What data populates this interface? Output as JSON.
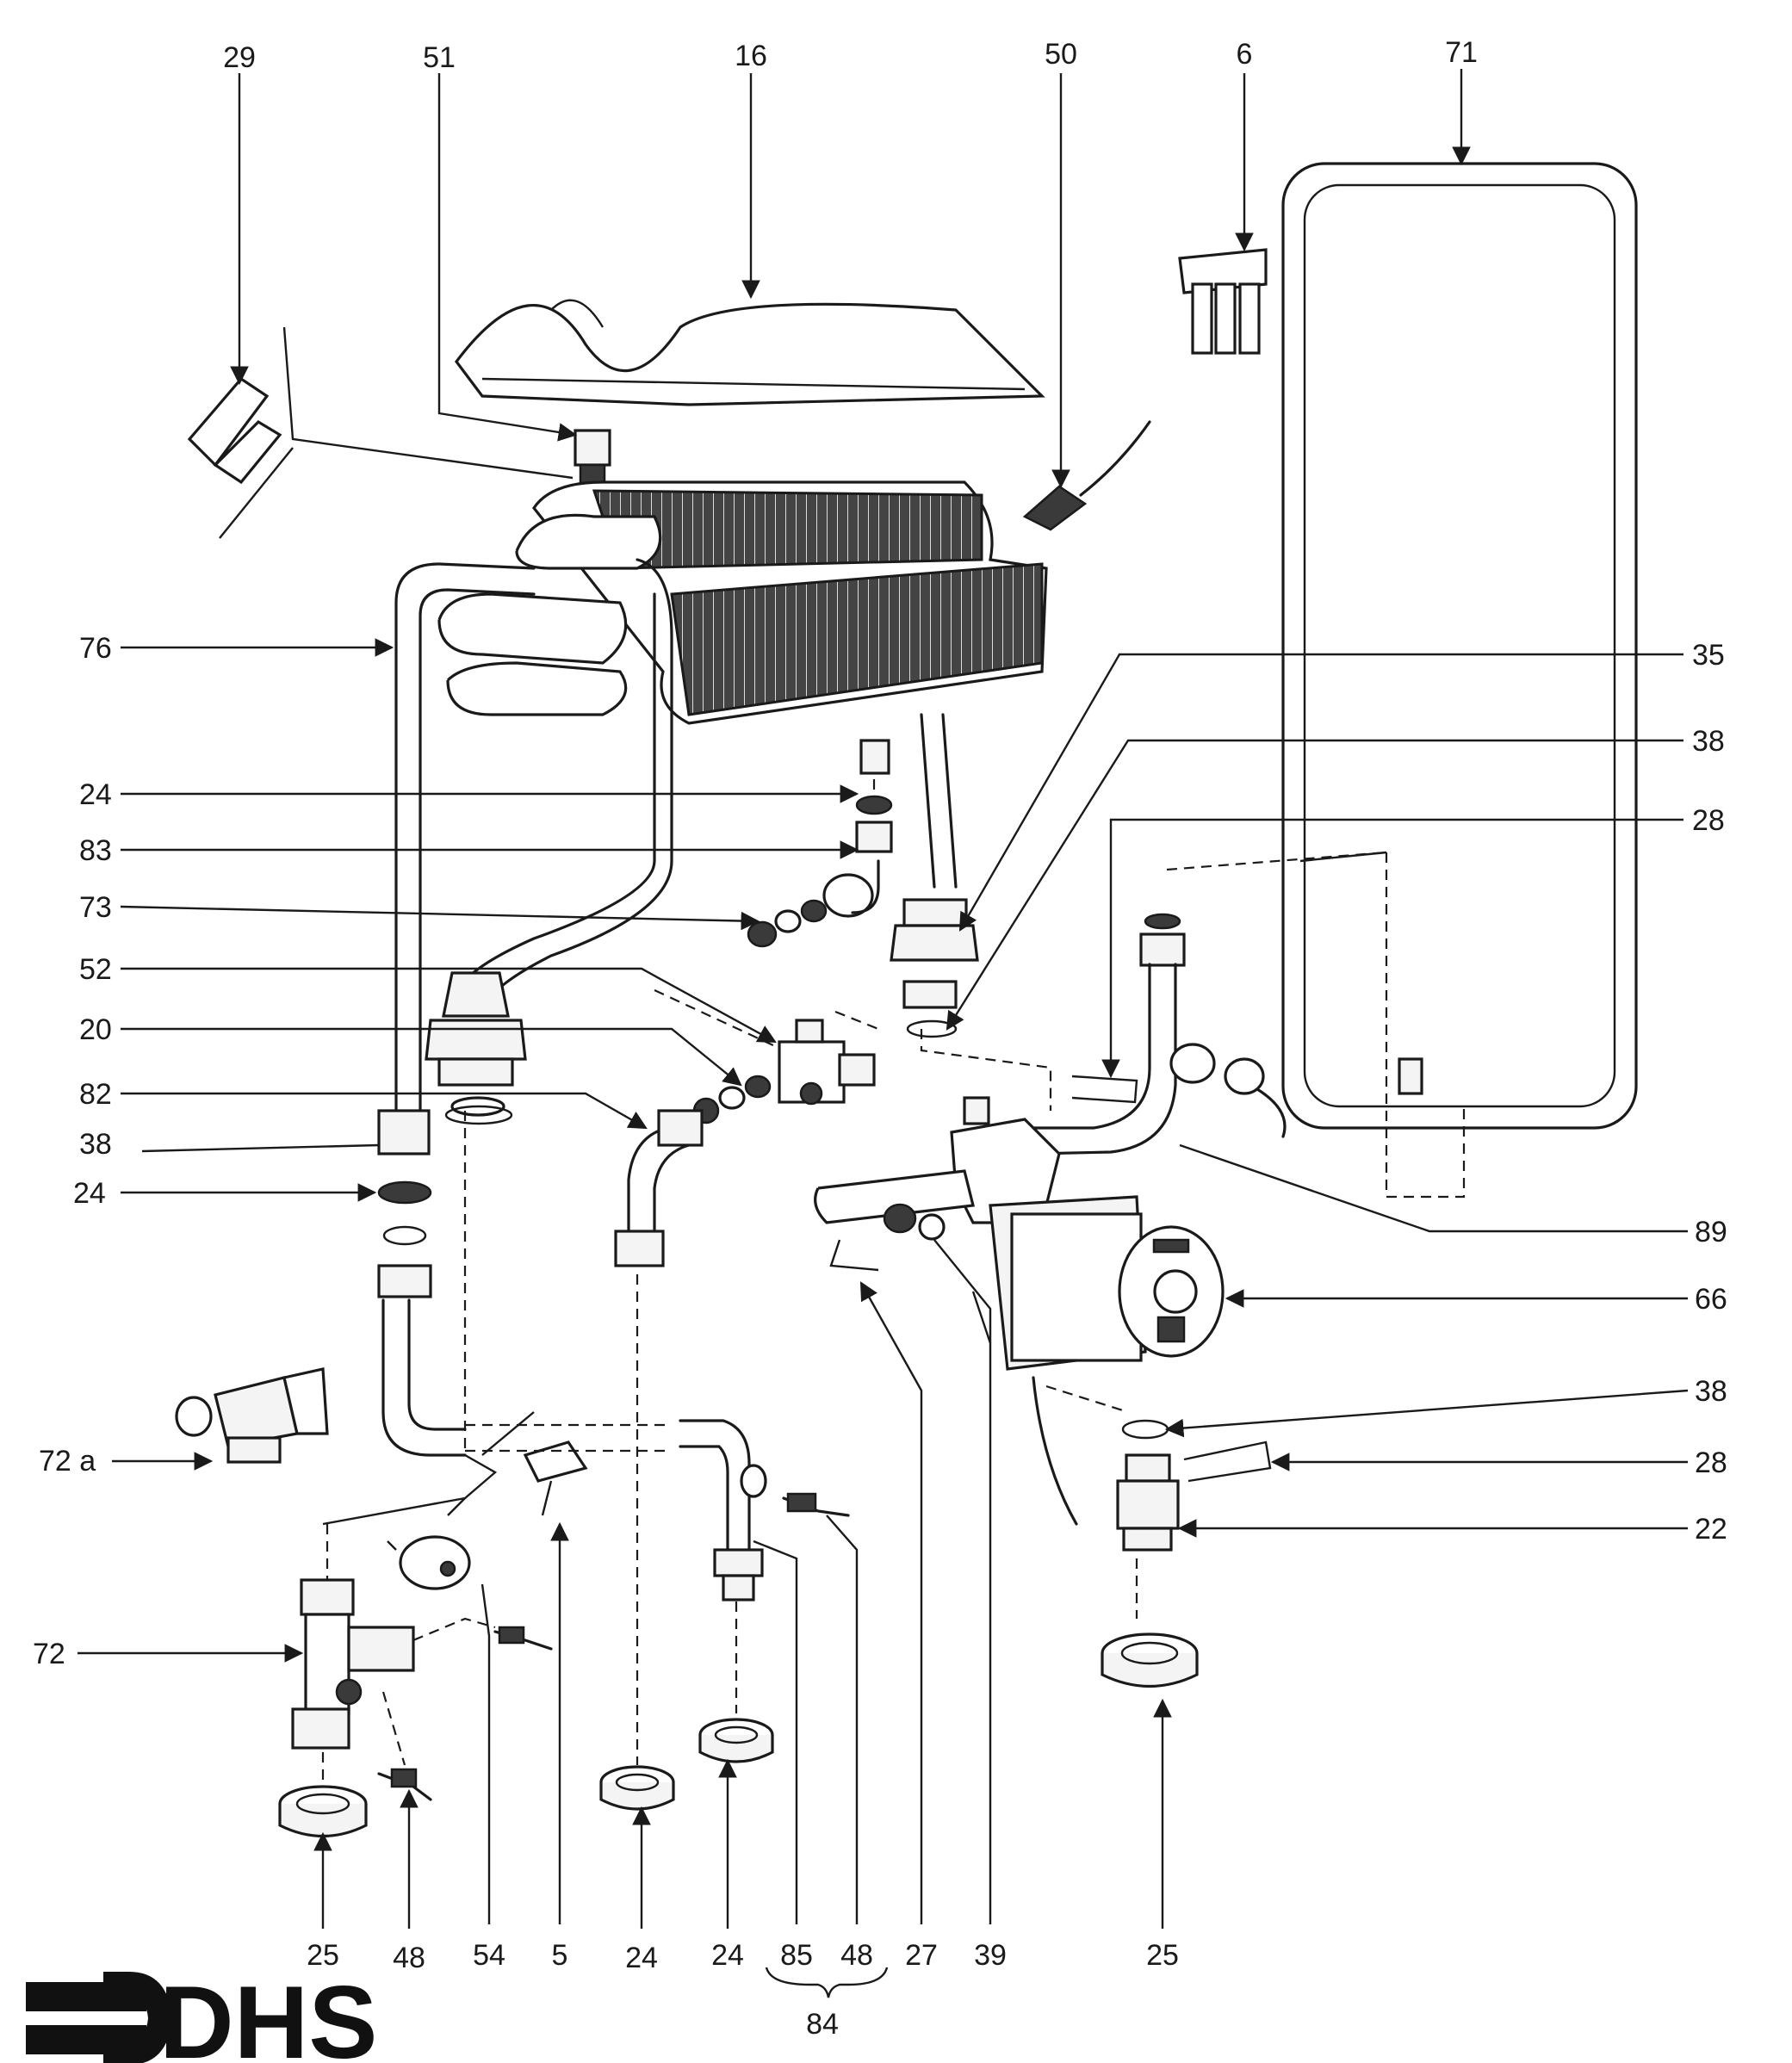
{
  "brand": {
    "logo_text": "DHS"
  },
  "callouts": {
    "c29": "29",
    "c51": "51",
    "c16": "16",
    "c50": "50",
    "c6": "6",
    "c71": "71",
    "c76": "76",
    "c24a": "24",
    "c83": "83",
    "c73": "73",
    "c52": "52",
    "c20": "20",
    "c82": "82",
    "c38a": "38",
    "c24b": "24",
    "c72a": "72 a",
    "c72": "72",
    "c35": "35",
    "c38b": "38",
    "c28a": "28",
    "c89": "89",
    "c66": "66",
    "c38c": "38",
    "c28b": "28",
    "c22": "22",
    "c25a": "25",
    "c48a": "48",
    "c54": "54",
    "c5": "5",
    "c24c": "24",
    "c24d": "24",
    "c85": "85",
    "c48b": "48",
    "c27": "27",
    "c39": "39",
    "c25b": "25",
    "c84": "84"
  }
}
